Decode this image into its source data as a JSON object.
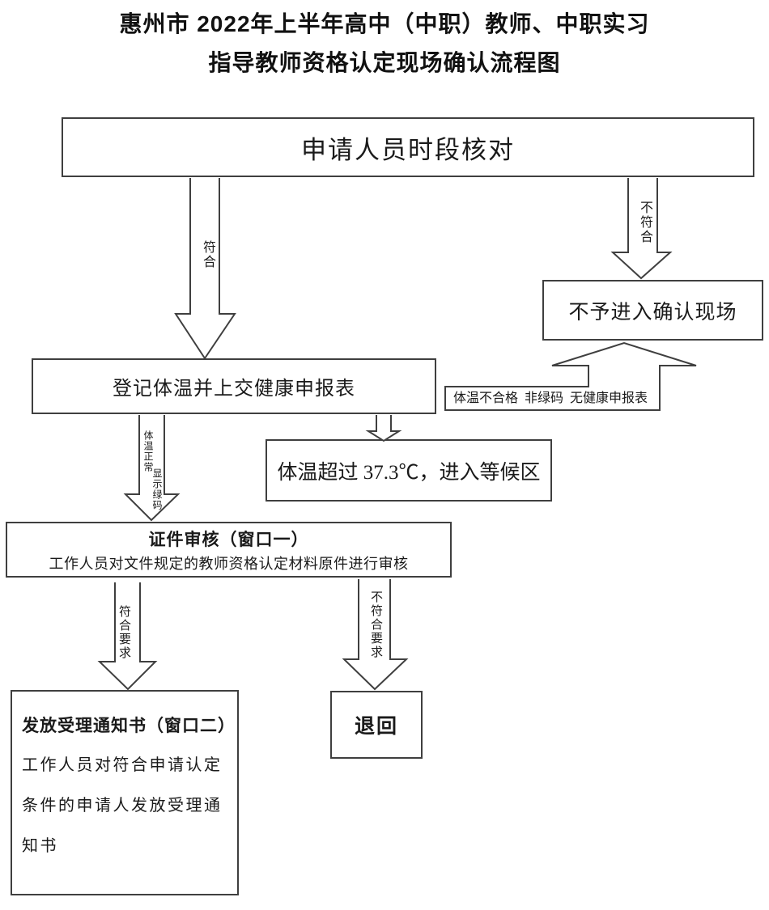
{
  "title": {
    "line1": "惠州市 2022年上半年高中（中职）教师、中职实习",
    "line2": "指导教师资格认定现场确认流程图"
  },
  "nodes": {
    "time_check": {
      "label": "申请人员时段核对"
    },
    "deny_entry": {
      "label": "不予进入确认现场"
    },
    "register_temp": {
      "label": "登记体温并上交健康申报表"
    },
    "fever_wait": {
      "label": "体温超过 37.3℃，进入等候区"
    },
    "credential_check": {
      "title": "证件审核（窗口一）",
      "desc": "工作人员对文件规定的教师资格认定材料原件进行审核"
    },
    "issue_notice": {
      "title": "发放受理通知书（窗口二）",
      "desc": "工作人员对符合申请认定条件的申请人发放受理通知书"
    },
    "return_back": {
      "label": "退回"
    }
  },
  "edges": {
    "pass": {
      "label": "符合"
    },
    "fail": {
      "label": "不符合"
    },
    "temp_ok": {
      "label_parts": [
        "体温正常",
        "显示绿码"
      ]
    },
    "temp_fail_note": {
      "label": "体温不合格  非绿码  无健康申报表"
    },
    "meet_req": {
      "label": "符合要求"
    },
    "not_meet_req": {
      "label": "不符合要求"
    }
  },
  "colors": {
    "line": "#3f3f3f",
    "text": "#1a1a1a",
    "background": "#ffffff"
  }
}
